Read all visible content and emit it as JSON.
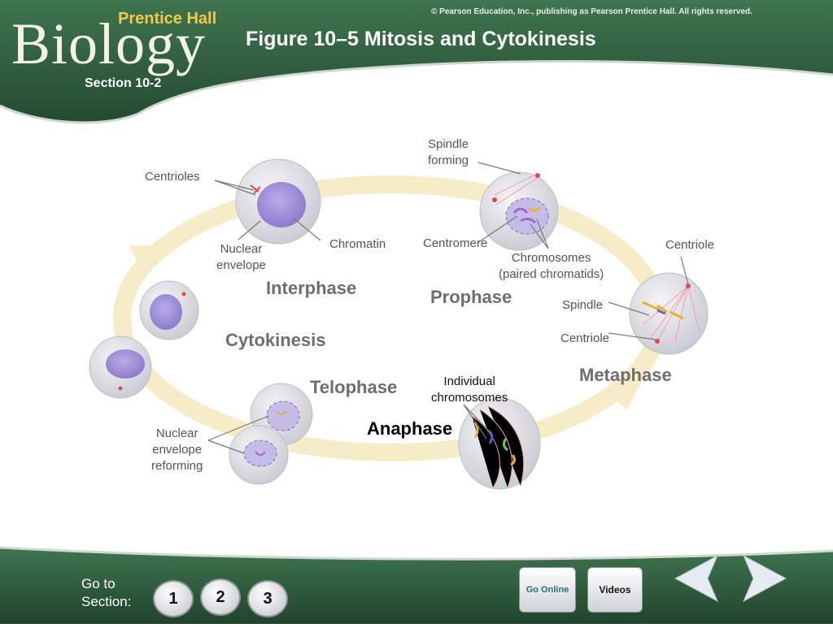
{
  "header": {
    "brand_small": "Prentice Hall",
    "brand_big": "Biology",
    "copyright": "© Pearson Education, Inc., publishing as Pearson Prentice Hall. All rights reserved.",
    "title": "Figure 10–5 Mitosis and Cytokinesis",
    "section": "Section 10-2"
  },
  "phases": {
    "interphase": "Interphase",
    "prophase": "Prophase",
    "metaphase": "Metaphase",
    "anaphase": "Anaphase",
    "telophase": "Telophase",
    "cytokinesis": "Cytokinesis"
  },
  "labels": {
    "centrioles": "Centrioles",
    "nuclear_envelope": [
      "Nuclear",
      "envelope"
    ],
    "chromatin": "Chromatin",
    "spindle_forming": [
      "Spindle",
      "forming"
    ],
    "centromere": "Centromere",
    "chromosomes": [
      "Chromosomes",
      "(paired chromatids)"
    ],
    "centriole_top": "Centriole",
    "spindle": "Spindle",
    "centriole_mid": "Centriole",
    "individual_chromosomes": [
      "Individual",
      "chromosomes"
    ],
    "nuclear_envelope_reforming": [
      "Nuclear",
      "envelope",
      "reforming"
    ]
  },
  "footer": {
    "goto": [
      "Go to",
      "Section:"
    ],
    "sections": [
      "1",
      "2",
      "3"
    ],
    "go_online": "Go Online",
    "videos": "Videos"
  },
  "colors": {
    "header_green": "#2f5e3e",
    "cycle_ring": "#f6ecc8",
    "nucleus": "#9f8fd6",
    "cell": "#dcdde2",
    "label_text": "#555555",
    "phase_text": "#6e6e6e"
  }
}
